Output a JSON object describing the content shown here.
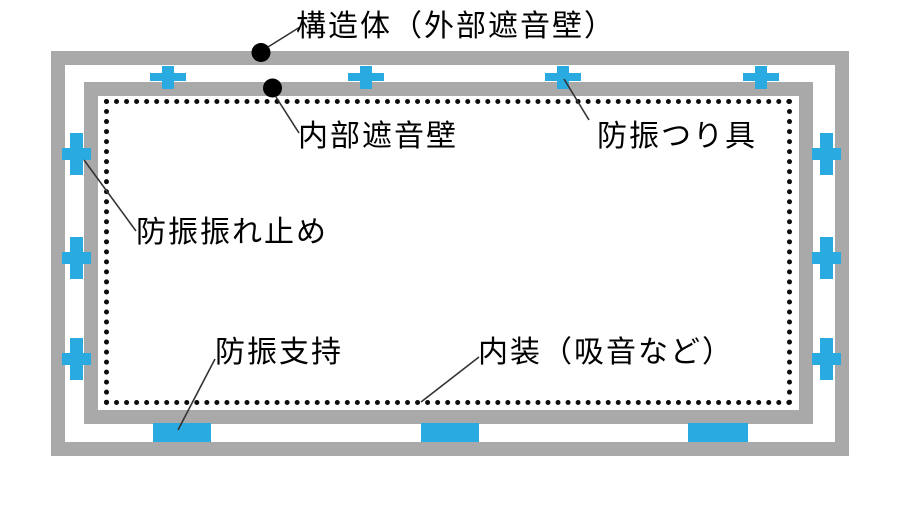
{
  "diagram": {
    "type": "soundproof-room-box-in-box-section",
    "labels": {
      "structure_outer_wall": "構造体（外部遮音壁）",
      "inner_sound_wall": "内部遮音壁",
      "vibration_hanger": "防振つり具",
      "sway_brace": "防振振れ止め",
      "vibration_support": "防振支持",
      "interior_finish": "内装（吸音など）"
    },
    "colors": {
      "wall_gray": "#a9a9a9",
      "isolator_blue": "#29abe2",
      "text_black": "#000000",
      "dotted_line_black": "#0d0d0d"
    },
    "components": {
      "vibration_hangers_top_count": 4,
      "sway_braces_left_count": 3,
      "sway_braces_right_count": 3,
      "vibration_supports_bottom_count": 3,
      "callout_dots_count": 2
    }
  }
}
